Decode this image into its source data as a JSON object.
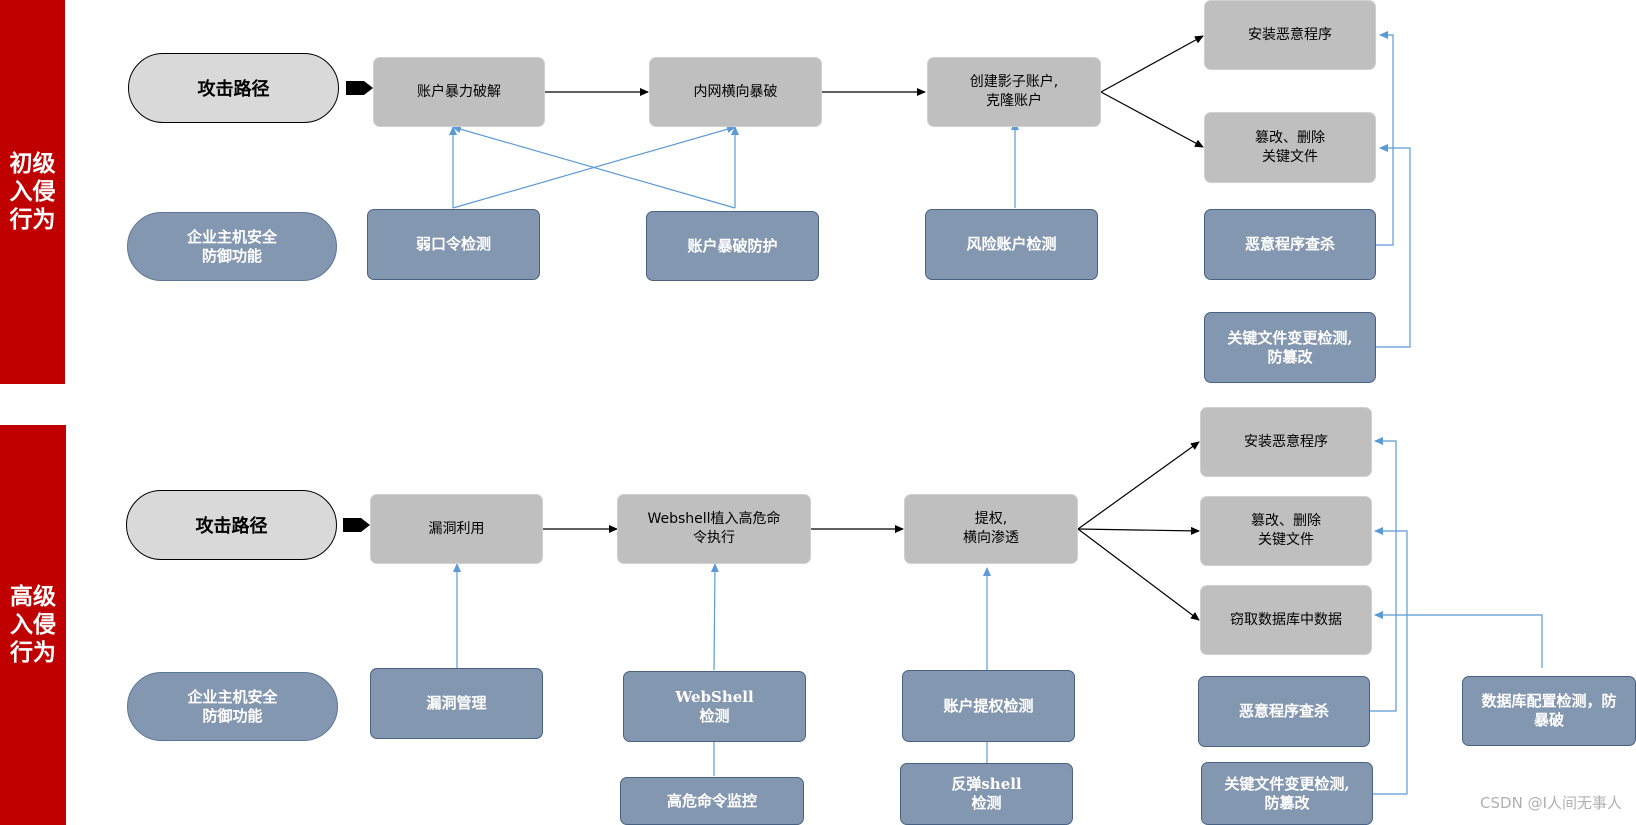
{
  "sections": {
    "basic": {
      "label": "初级\n入侵\n行为",
      "attack_path": "攻击路径",
      "defense": "企业主机安全\n防御功能",
      "steps": [
        "账户暴力破解",
        "内网横向暴破",
        "创建影子账户,\n克隆账户"
      ],
      "outcomes": [
        "安装恶意程序",
        "篡改、删除\n关键文件"
      ],
      "detections": [
        "弱口令检测",
        "账户暴破防护",
        "风险账户检测",
        "恶意程序查杀",
        "关键文件变更检测,\n防篡改"
      ]
    },
    "advanced": {
      "label": "高级\n入侵\n行为",
      "attack_path": "攻击路径",
      "defense": "企业主机安全\n防御功能",
      "steps": [
        "漏洞利用",
        "Webshell植入高危命\n令执行",
        "提权,\n横向渗透"
      ],
      "outcomes": [
        "安装恶意程序",
        "篡改、删除\n关键文件",
        "窃取数据库中数据"
      ],
      "detections": [
        "漏洞管理",
        "WebShell\n检测",
        "高危命令监控",
        "账户提权检测",
        "反弹shell\n检测",
        "恶意程序查杀",
        "关键文件变更检测,\n防篡改",
        "数据库配置检测，防\n暴破"
      ]
    }
  },
  "watermark": "CSDN @I人间无事人",
  "colors": {
    "section_label_bg": "#c00000",
    "attack_step": "#bfbfbf",
    "detection": "#8497b0",
    "detection_arrow": "#5b9bd5",
    "attack_arrow": "#000000"
  }
}
